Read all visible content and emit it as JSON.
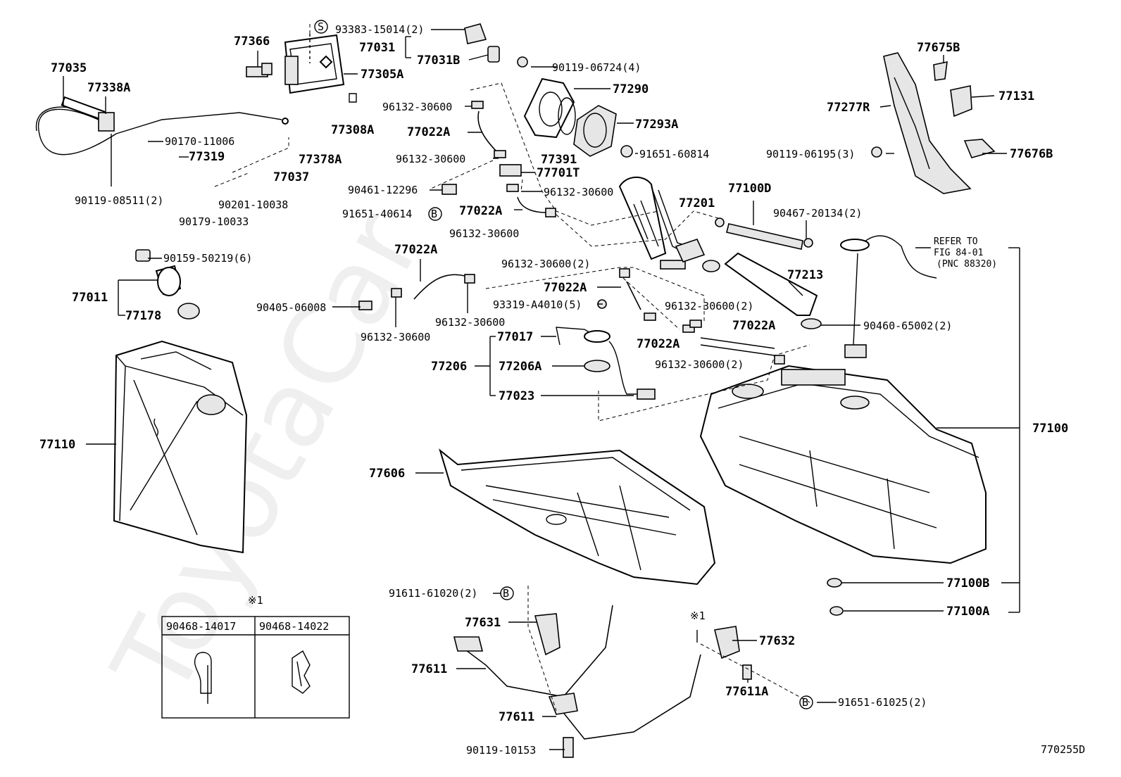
{
  "watermark": "ToyotaCar",
  "diagram_code": "770255D",
  "labels": {
    "p77035": "77035",
    "p77338A": "77338A",
    "p77366": "77366",
    "p93383": "93383-15014(2)",
    "p77031": "77031",
    "p77031B": "77031B",
    "p77305A": "77305A",
    "p90119_06724": "90119-06724(4)",
    "p77290": "77290",
    "p96132_a": "96132-30600",
    "p77308A": "77308A",
    "p77022A_a": "77022A",
    "p77293A": "77293A",
    "p90170": "90170-11006",
    "p77319": "77319",
    "p77378A": "77378A",
    "p77391": "77391",
    "p96132_b": "96132-30600",
    "p77701T": "77701T",
    "p91651_60814": "91651-60814",
    "p90119_06195": "90119-06195(3)",
    "p77676B": "77676B",
    "p77277R": "77277R",
    "p77675B": "77675B",
    "p77131": "77131",
    "p77037": "77037",
    "p90119_08511": "90119-08511(2)",
    "p90201": "90201-10038",
    "p90179": "90179-10033",
    "p90461": "90461-12296",
    "p96132_c": "96132-30600",
    "p91651_40614": "91651-40614",
    "p77022A_b": "77022A",
    "p96132_d": "96132-30600",
    "p77201": "77201",
    "p77100D": "77100D",
    "p90467": "90467-20134(2)",
    "refer1": "REFER TO",
    "refer2": "FIG 84-01",
    "refer3": "(PNC 88320)",
    "p90159": "90159-50219(6)",
    "p77022A_c": "77022A",
    "p96132_e": "96132-30600(2)",
    "p77213": "77213",
    "p77011": "77011",
    "p77178": "77178",
    "p90405": "90405-06008",
    "p96132_f": "96132-30600",
    "p77022A_d": "77022A",
    "p93319": "93319-A4010(5)",
    "p96132_g": "96132-30600(2)",
    "p96132_h": "96132-30600",
    "p77022A_e": "77022A",
    "p90460": "90460-65002(2)",
    "p77017": "77017",
    "p77022A_f": "77022A",
    "p96132_i": "96132-30600(2)",
    "p77206": "77206",
    "p77206A": "77206A",
    "p77023": "77023",
    "p77110": "77110",
    "p77606": "77606",
    "p77100": "77100",
    "p77100B": "77100B",
    "p77100A": "77100A",
    "note_mark": "※1",
    "p91611": "91611-61020(2)",
    "p77631": "77631",
    "p77632": "77632",
    "p77611_a": "77611",
    "p77611A": "77611A",
    "p91651_61025": "91651-61025(2)",
    "p77611_b": "77611",
    "p90119_10153": "90119-10153",
    "mark_s": "S",
    "mark_b": "B"
  },
  "inset_table": {
    "note": "※1",
    "col1": "90468-14017",
    "col2": "90468-14022"
  }
}
